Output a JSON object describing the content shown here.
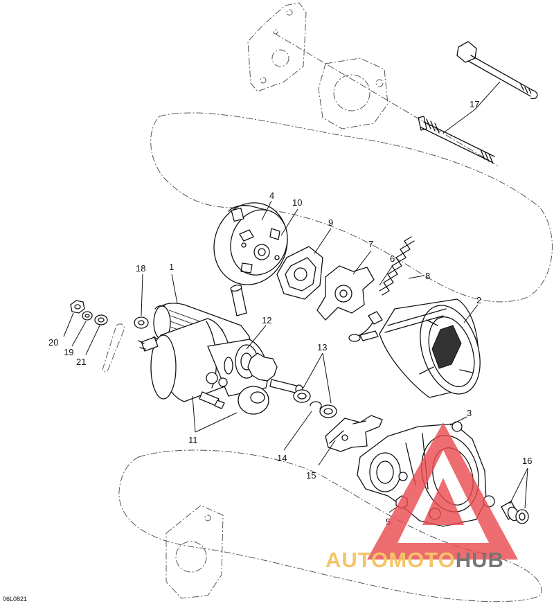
{
  "diagram": {
    "doc_id": "06L0821",
    "callouts": [
      {
        "id": "1",
        "label": "1"
      },
      {
        "id": "2",
        "label": "2"
      },
      {
        "id": "3",
        "label": "3"
      },
      {
        "id": "4",
        "label": "4"
      },
      {
        "id": "5",
        "label": "5"
      },
      {
        "id": "6",
        "label": "6"
      },
      {
        "id": "7",
        "label": "7"
      },
      {
        "id": "8",
        "label": "8"
      },
      {
        "id": "9",
        "label": "9"
      },
      {
        "id": "10",
        "label": "10"
      },
      {
        "id": "11",
        "label": "11"
      },
      {
        "id": "12",
        "label": "12"
      },
      {
        "id": "13",
        "label": "13"
      },
      {
        "id": "14",
        "label": "14"
      },
      {
        "id": "15",
        "label": "15"
      },
      {
        "id": "16",
        "label": "16"
      },
      {
        "id": "17",
        "label": "17"
      },
      {
        "id": "18",
        "label": "18"
      },
      {
        "id": "19",
        "label": "19"
      },
      {
        "id": "20",
        "label": "20"
      },
      {
        "id": "21",
        "label": "21"
      }
    ]
  },
  "watermark": {
    "brand_part1": "AUTOMOTO",
    "brand_part2": "HUB",
    "color_part1": "#f2b642",
    "color_part2": "#555555",
    "triangle_color": "#e8484d"
  },
  "colors": {
    "line": "#111111",
    "background": "#ffffff"
  }
}
